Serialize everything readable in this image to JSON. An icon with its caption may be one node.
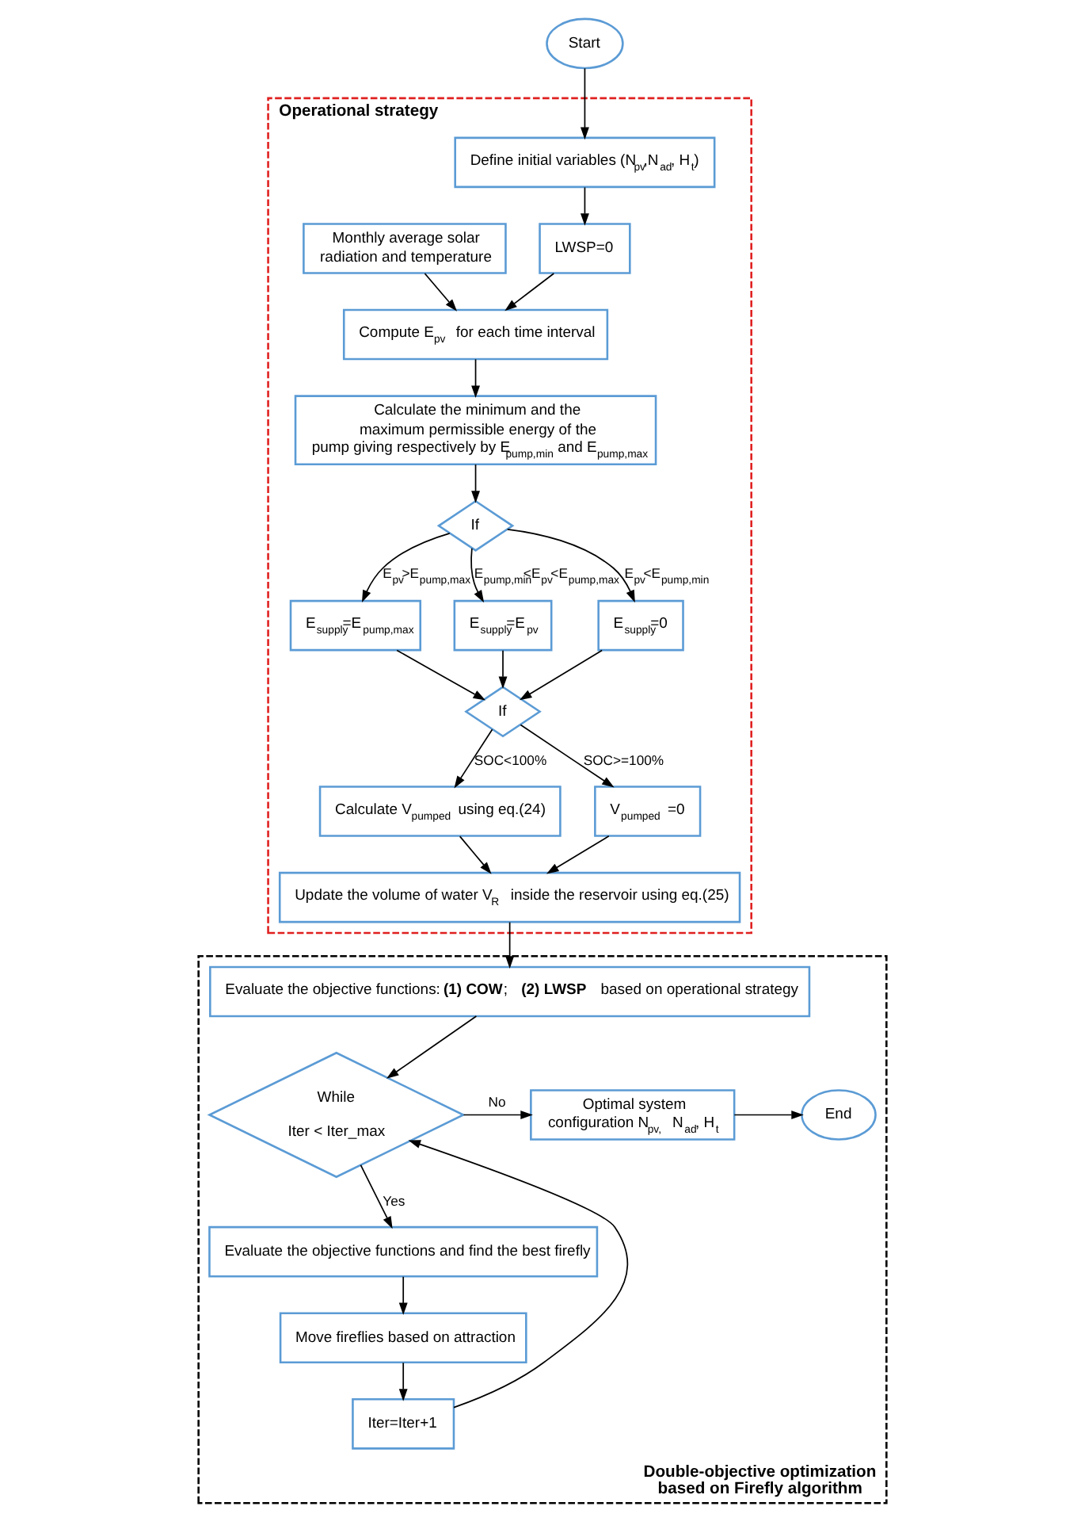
{
  "diagram": {
    "nodes": [
      {
        "text": [
          "Start"
        ]
      },
      {
        "text": [
          "Operational strategy"
        ]
      },
      {
        "text": [
          "Define initial variables (N$_{pv}$,N$_{ad}$, H$_{t}$)"
        ],
        "in": 1
      },
      {
        "text": [
          "LWSP=0"
        ],
        "in": 1
      },
      {
        "text": [
          "Monthly average solar radiation and temperature"
        ],
        "in": 1
      },
      {
        "text": [
          "Compute E$_{pv}$ for each time interval"
        ],
        "in": 1
      },
      {
        "text": [
          "Calculate the minimum and the maximum permissible energy of the pump giving respectively by E$_{pump,min}$ and E$_{pump,max}$"
        ],
        "in": 1
      },
      {
        "text": [
          "If"
        ],
        "in": 1
      },
      {
        "text": [
          "E$_{supply}$=E$_{pump,max}$"
        ],
        "in": 1
      },
      {
        "text": [
          "E$_{supply}$=E$_{pv}$"
        ],
        "in": 1
      },
      {
        "text": [
          "E$_{supply}$=0"
        ],
        "in": 1
      },
      {
        "text": [
          "If"
        ],
        "in": 1
      },
      {
        "text": [
          "Calculate V$_{pumped}$ using eq.(24)"
        ],
        "in": 1
      },
      {
        "text": [
          "V$_{pumped}$ =0"
        ],
        "in": 1
      },
      {
        "text": [
          "Update the volume of water V$_{R}$ inside the reservoir using eq.(25)"
        ],
        "in": 1
      },
      {
        "text": [
          "Double-objective optimization based on Firefly algorithm"
        ]
      },
      {
        "text": [
          "Evaluate the objective functions: **(1) COW**;  **(2) LWSP** based on operational strategy"
        ],
        "in": 15
      },
      {
        "text": [
          "While",
          "Iter < Iter_max"
        ],
        "in": 15
      },
      {
        "text": [
          "Optimal system configuration N$_{pv,}$ N$_{ad}$, H$_{t}$"
        ],
        "in": 15
      },
      {
        "text": [
          "End"
        ],
        "in": 15
      },
      {
        "text": [
          "Evaluate the objective functions and find the best firefly"
        ],
        "in": 15
      },
      {
        "text": [
          "Move fireflies based on attraction"
        ],
        "in": 15
      },
      {
        "text": [
          "Iter=Iter+1"
        ],
        "in": 15
      }
    ],
    "edges": [
      {
        "from": 0,
        "to": 2,
        "arrow": "to"
      },
      {
        "from": 2,
        "to": 3,
        "arrow": "to"
      },
      {
        "from": 3,
        "to": 5,
        "arrow": "to"
      },
      {
        "from": 4,
        "to": 5,
        "arrow": "to"
      },
      {
        "from": 5,
        "to": 6,
        "arrow": "to"
      },
      {
        "from": 6,
        "to": 7,
        "arrow": "to"
      },
      {
        "from": 7,
        "to": 8,
        "arrow": "to",
        "label": "E$_{pv}$>E$_{pump,max}$"
      },
      {
        "from": 7,
        "to": 9,
        "arrow": "to",
        "label": "E$_{pump,min}$<E$_{pv}$<E$_{pump,max}$"
      },
      {
        "from": 7,
        "to": 10,
        "arrow": "to",
        "label": "E$_{pv}$<E$_{pump,min}$"
      },
      {
        "from": 8,
        "to": 11,
        "arrow": "to"
      },
      {
        "from": 9,
        "to": 11,
        "arrow": "to"
      },
      {
        "from": 10,
        "to": 11,
        "arrow": "to"
      },
      {
        "from": 11,
        "to": 12,
        "arrow": "to",
        "label": "SOC<100%"
      },
      {
        "from": 11,
        "to": 13,
        "arrow": "to",
        "label": "SOC>=100%"
      },
      {
        "from": 12,
        "to": 14,
        "arrow": "to"
      },
      {
        "from": 13,
        "to": 14,
        "arrow": "to"
      },
      {
        "from": 14,
        "to": 16,
        "arrow": "to"
      },
      {
        "from": 16,
        "to": 17,
        "arrow": "to"
      },
      {
        "from": 17,
        "to": 18,
        "arrow": "to",
        "label": "No"
      },
      {
        "from": 18,
        "to": 19,
        "arrow": "to"
      },
      {
        "from": 17,
        "to": 20,
        "arrow": "to",
        "label": "Yes"
      },
      {
        "from": 20,
        "to": 21,
        "arrow": "to"
      },
      {
        "from": 21,
        "to": 22,
        "arrow": "to"
      },
      {
        "from": 22,
        "to": 17,
        "arrow": "to"
      }
    ]
  }
}
